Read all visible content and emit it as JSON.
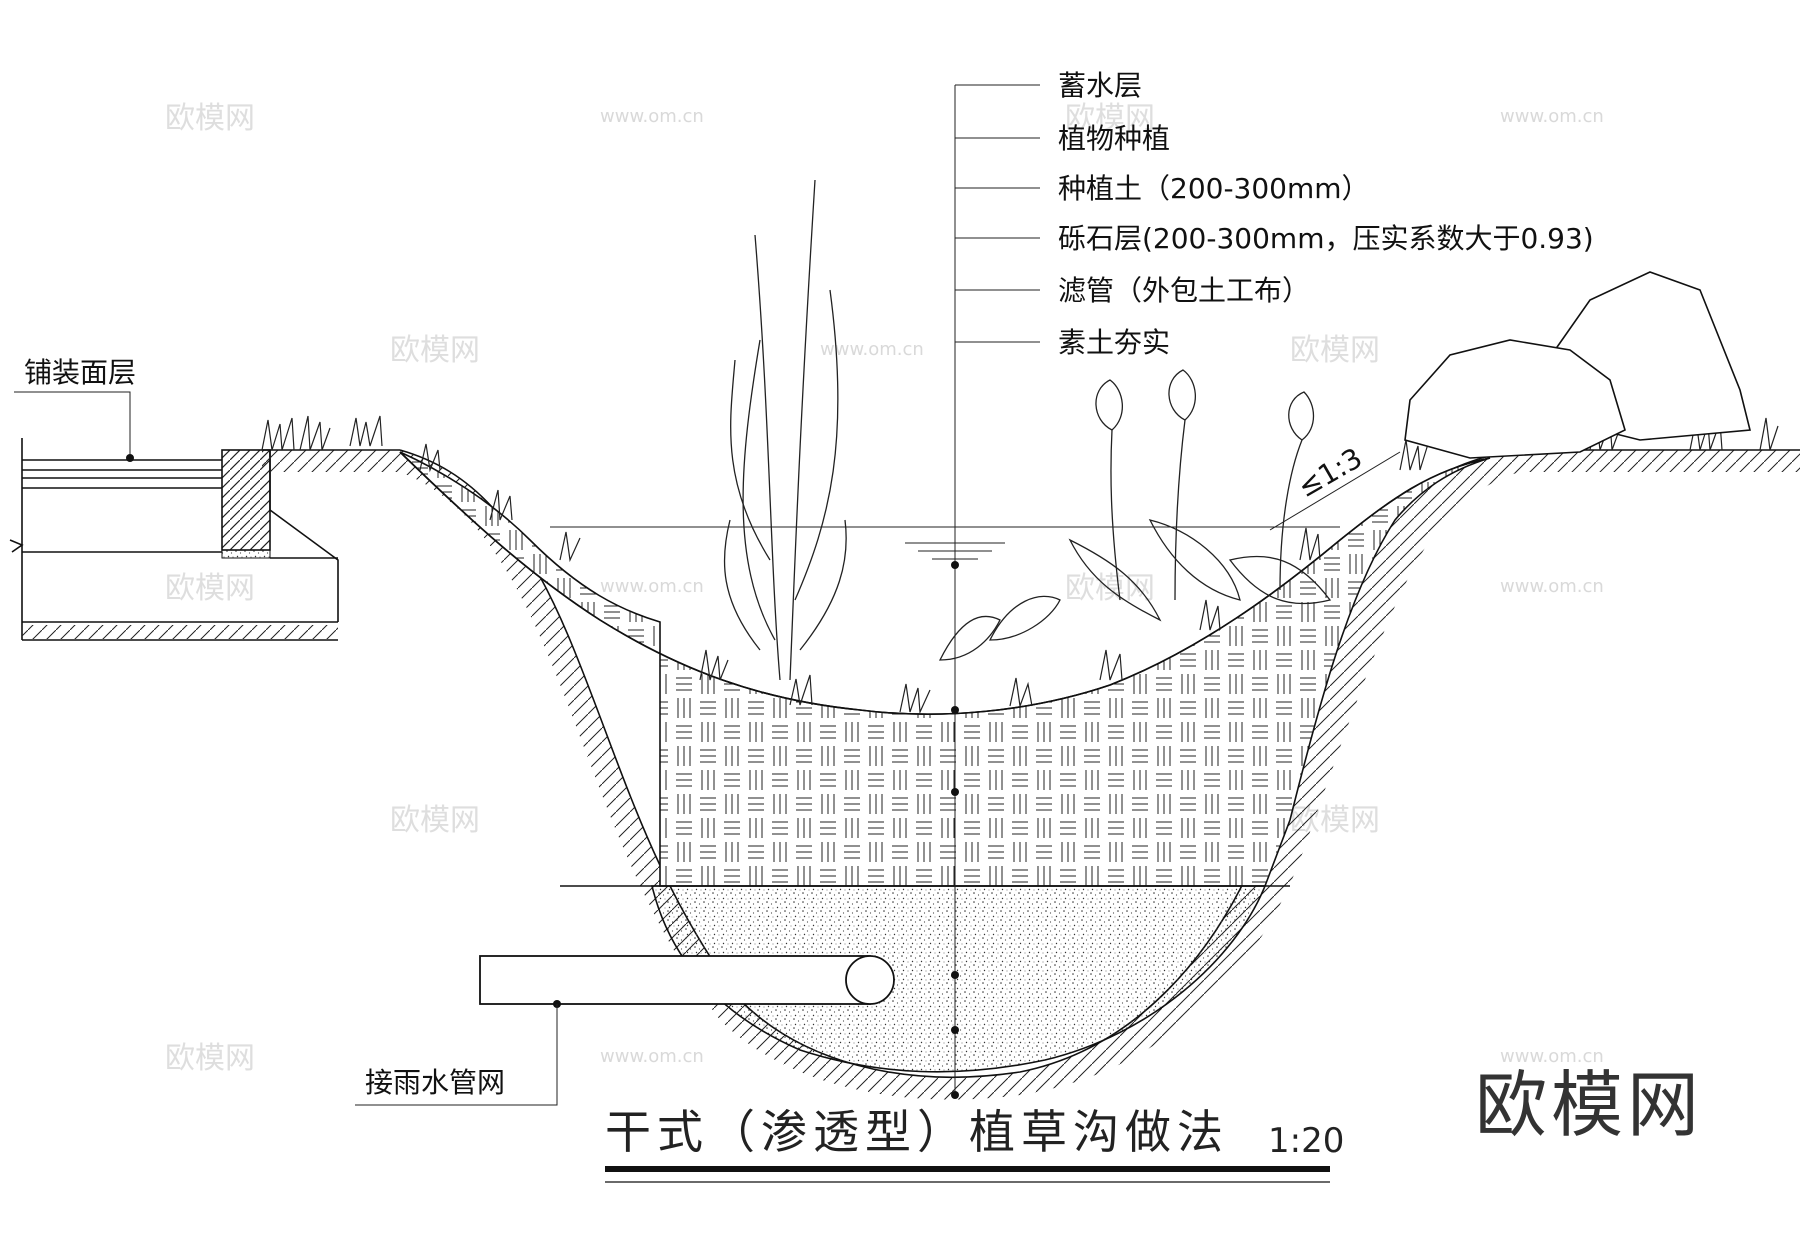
{
  "title": "干式（渗透型）植草沟做法",
  "scale": "1:20",
  "slope": "≤1:3",
  "layers": [
    "蓄水层",
    "植物种植",
    "种植土（200-300mm）",
    "砾石层(200-300mm，压实系数大于0.93)",
    "滤管（外包土工布）",
    "素土夯实"
  ],
  "left_label": "铺装面层",
  "pipe_label": "接雨水管网",
  "watermark": {
    "brand": "欧模网",
    "url": "www.om.cn"
  }
}
